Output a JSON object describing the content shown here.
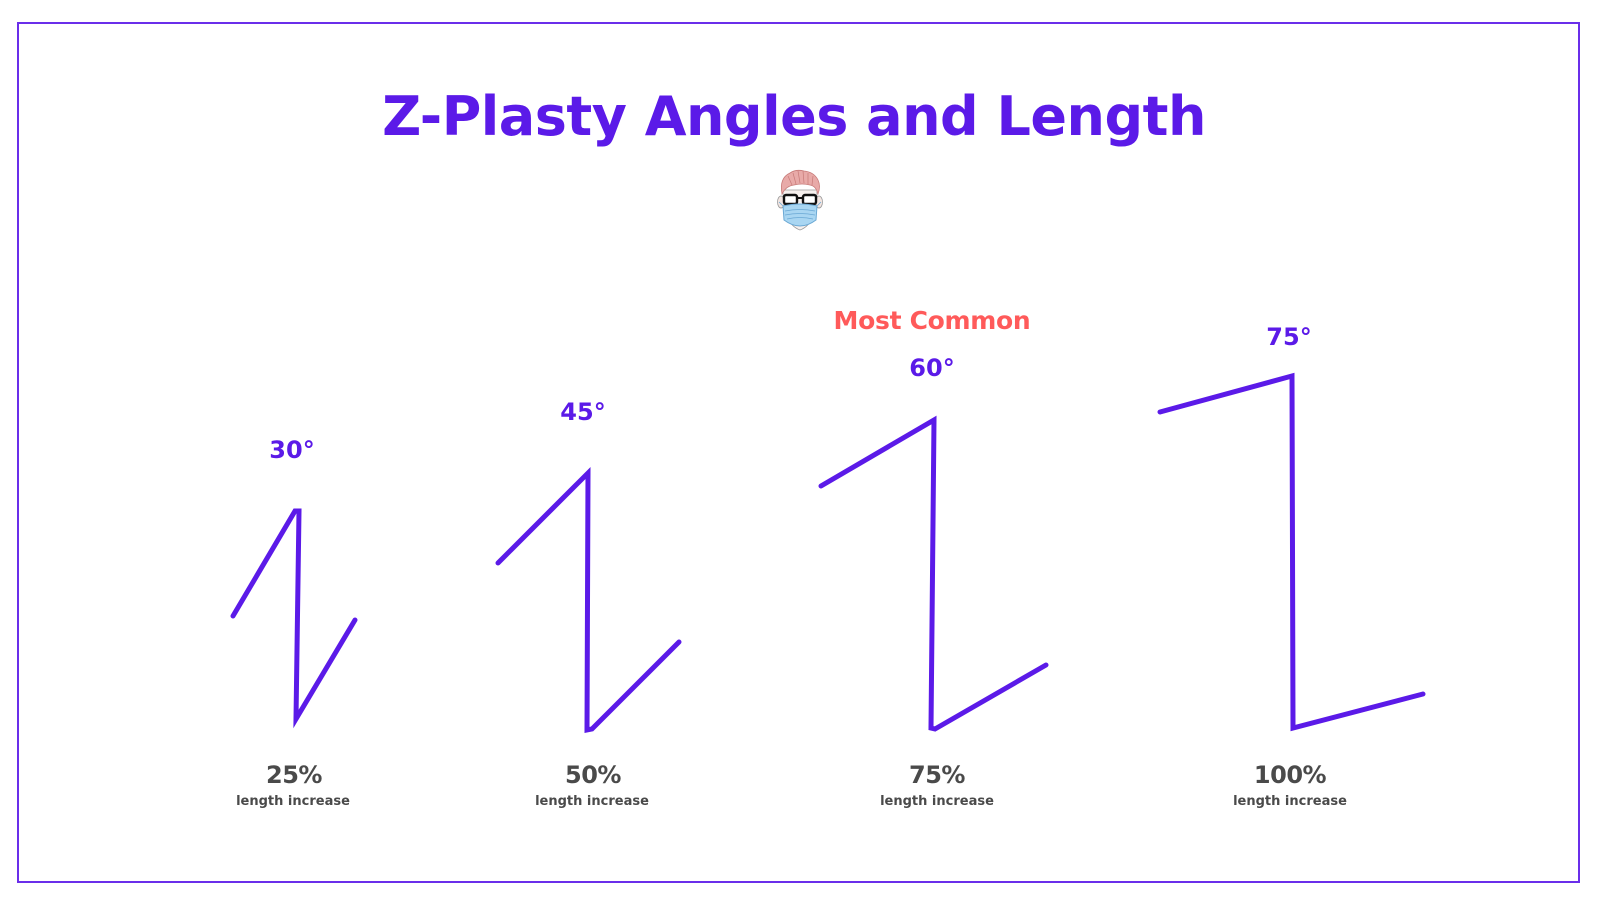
{
  "title": "Z-Plasty Angles and Length",
  "highlight": {
    "label": "Most Common",
    "color": "#FF5A5A",
    "applies_to_angle": "60°"
  },
  "colors": {
    "accent": "#5B1AE8",
    "frame": "#6A2EEA",
    "text_gray": "#4a4a4a",
    "highlight": "#FF5A5A"
  },
  "avatar": {
    "icon": "masked-surgeon-avatar-icon"
  },
  "diagrams": [
    {
      "angle": "30°",
      "increase": "25%",
      "caption": "length increase"
    },
    {
      "angle": "45°",
      "increase": "50%",
      "caption": "length increase"
    },
    {
      "angle": "60°",
      "increase": "75%",
      "caption": "length increase"
    },
    {
      "angle": "75°",
      "increase": "100%",
      "caption": "length increase"
    }
  ]
}
